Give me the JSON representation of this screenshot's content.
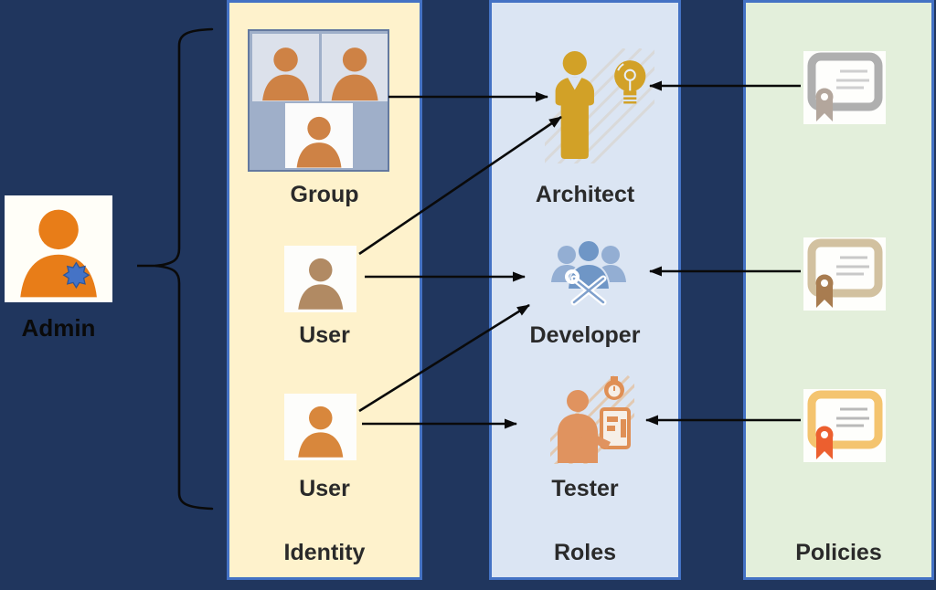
{
  "admin": {
    "label": "Admin"
  },
  "identity": {
    "label": "Identity",
    "items": [
      {
        "type": "group",
        "label": "Group"
      },
      {
        "type": "user",
        "label": "User"
      },
      {
        "type": "user",
        "label": "User"
      }
    ]
  },
  "roles": {
    "label": "Roles",
    "items": [
      {
        "label": "Architect"
      },
      {
        "label": "Developer"
      },
      {
        "label": "Tester"
      }
    ]
  },
  "policies": {
    "label": "Policies",
    "certificates": [
      {
        "name": "certificate-gray"
      },
      {
        "name": "certificate-brown"
      },
      {
        "name": "certificate-gold"
      }
    ]
  },
  "connections": [
    {
      "from": "Admin",
      "to": "Identity column (brace)"
    },
    {
      "from": "Group",
      "to": "Architect"
    },
    {
      "from": "User 1",
      "to": "Architect"
    },
    {
      "from": "User 1",
      "to": "Developer"
    },
    {
      "from": "User 2",
      "to": "Developer"
    },
    {
      "from": "User 2",
      "to": "Tester"
    },
    {
      "from": "Certificate 1",
      "to": "Architect"
    },
    {
      "from": "Certificate 2",
      "to": "Developer"
    },
    {
      "from": "Certificate 3",
      "to": "Tester"
    }
  ],
  "icons": {
    "admin": "person-with-gear-badge-icon",
    "group": "three-people-icon",
    "user": "person-icon",
    "architect": "person-with-lightbulb-icon",
    "developer": "team-with-tools-icon",
    "tester": "person-with-stopwatch-checklist-icon",
    "policy": "certificate-icon"
  },
  "colors": {
    "background": "#20365E",
    "column_border": "#4472C4",
    "identity_fill": "#FEF2CC",
    "roles_fill": "#DBE5F3",
    "policies_fill": "#E3EFDB",
    "admin_person": "#E87D18",
    "gear_badge": "#4573C6",
    "group_person": "#CE8245",
    "user1_person": "#B18A63",
    "user2_person": "#D8873C",
    "architect_gold": "#D2A127",
    "developer_blue": "#6F96C6",
    "tester_orange": "#E0935F",
    "cert1_frame": "#AFAFAF",
    "cert2_frame": "#D2C1A0",
    "cert3_frame": "#F4C46F",
    "cert3_ribbon": "#EC5F2F",
    "arrow": "#0A0A0A"
  }
}
